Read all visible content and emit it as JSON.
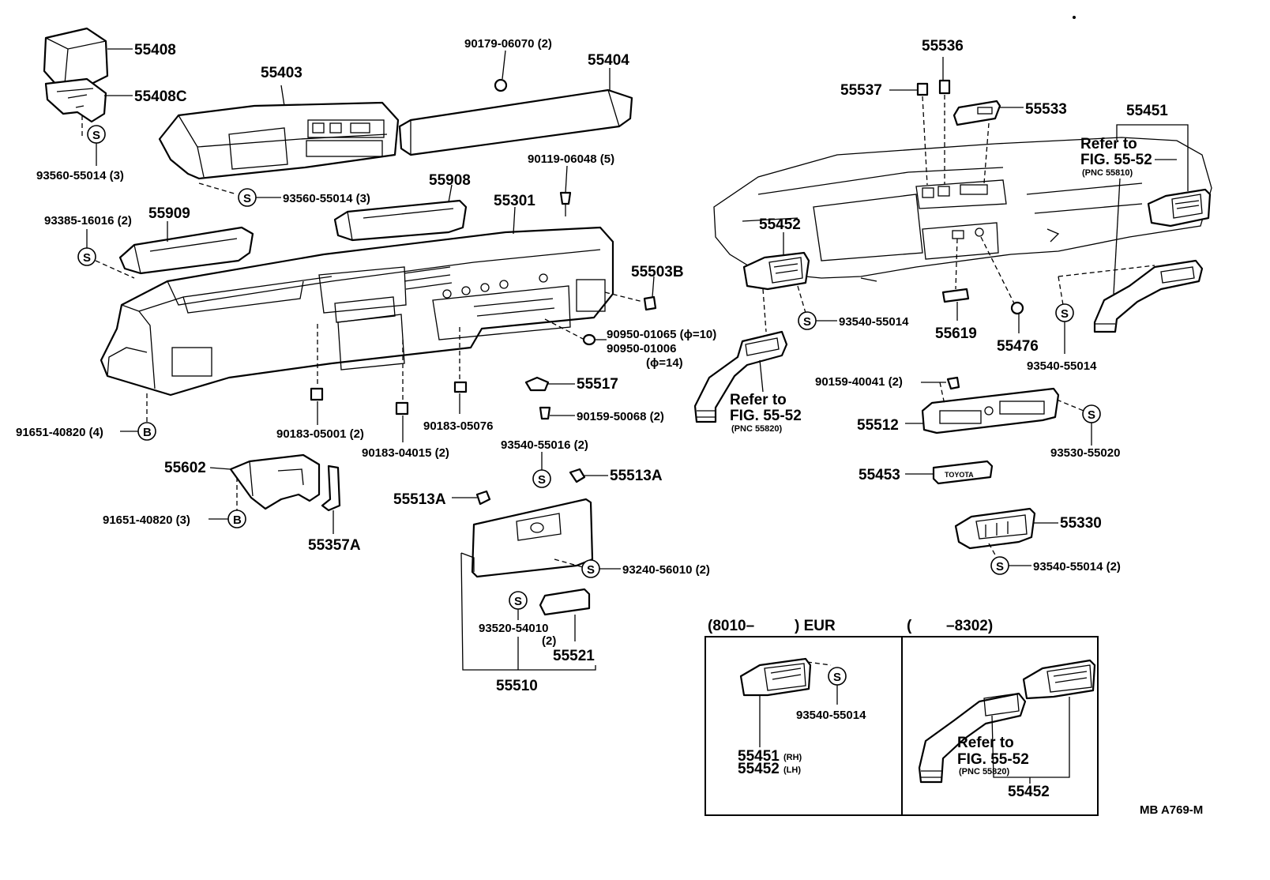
{
  "ref_code": "MB  A769-M",
  "symbols": {
    "screw": "S",
    "bolt": "B"
  },
  "labels": {
    "p55408": "55408",
    "p55408c": "55408C",
    "p93560a": "93560-55014 (3)",
    "p55403": "55403",
    "p93560b": "93560-55014 (3)",
    "p90179": "90179-06070 (2)",
    "p55404": "55404",
    "p90119": "90119-06048 (5)",
    "p55908": "55908",
    "p55301": "55301",
    "p93385": "93385-16016 (2)",
    "p55909": "55909",
    "p55503b": "55503B",
    "p90950a": "90950-01065 (ϕ=10)",
    "p90950b": "90950-01006",
    "p90950b_note": "(ϕ=14)",
    "p55517": "55517",
    "p90159b": "90159-50068 (2)",
    "p91651a": "91651-40820 (4)",
    "p90183a": "90183-05001 (2)",
    "p90183b": "90183-04015 (2)",
    "p90183c": "90183-05076",
    "p93540c": "93540-55016 (2)",
    "p55513a_r": "55513A",
    "p55513a_l": "55513A",
    "p55602": "55602",
    "p91651b": "91651-40820 (3)",
    "p55357a": "55357A",
    "p93240": "93240-56010 (2)",
    "p93520": "93520-54010",
    "p93520_qty": "(2)",
    "p55521": "55521",
    "p55510": "55510",
    "p55536": "55536",
    "p55537": "55537",
    "p55533": "55533",
    "p55451": "55451",
    "p55452": "55452",
    "p93540a": "93540-55014",
    "p55619": "55619",
    "p55476": "55476",
    "p93540b": "93540-55014",
    "p90159a": "90159-40041 (2)",
    "p55512": "55512",
    "p93530": "93530-55020",
    "p55453": "55453",
    "p55330": "55330",
    "p93540d": "93540-55014 (2)",
    "ref1_a": "Refer to",
    "ref1_b": "FIG. 55-52",
    "ref1_c": "(PNC 55810)",
    "ref2_a": "Refer to",
    "ref2_b": "FIG. 55-52",
    "ref2_c": "(PNC 55820)",
    "toyota": "TOYOTA"
  },
  "inset": {
    "left_title_a": "(8010–",
    "left_title_b": ") EUR",
    "right_title_a": "(",
    "right_title_b": "–8302)",
    "p93540": "93540-55014",
    "p55451": "55451",
    "p55451_side": "(RH)",
    "p55452": "55452",
    "p55452_side": "(LH)",
    "ref_a": "Refer to",
    "ref_b": "FIG. 55-52",
    "ref_c": "(PNC 55820)",
    "p55452r": "55452"
  }
}
